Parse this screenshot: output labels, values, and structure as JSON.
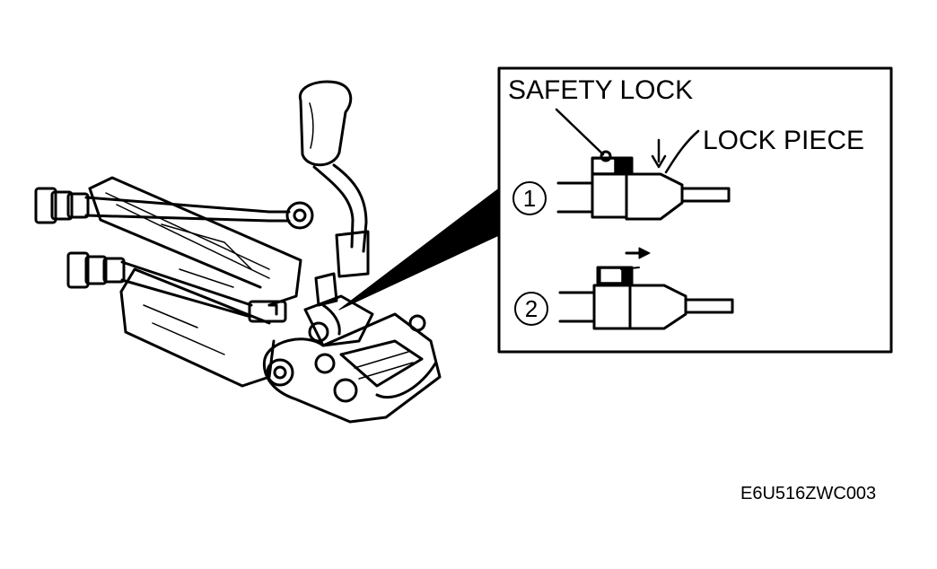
{
  "labels": {
    "safety_lock": "SAFETY LOCK",
    "lock_piece": "LOCK PIECE"
  },
  "steps": [
    {
      "number": "1"
    },
    {
      "number": "2"
    }
  ],
  "figure_code": "E6U516ZWC003",
  "colors": {
    "line": "#000000",
    "background": "#ffffff"
  }
}
